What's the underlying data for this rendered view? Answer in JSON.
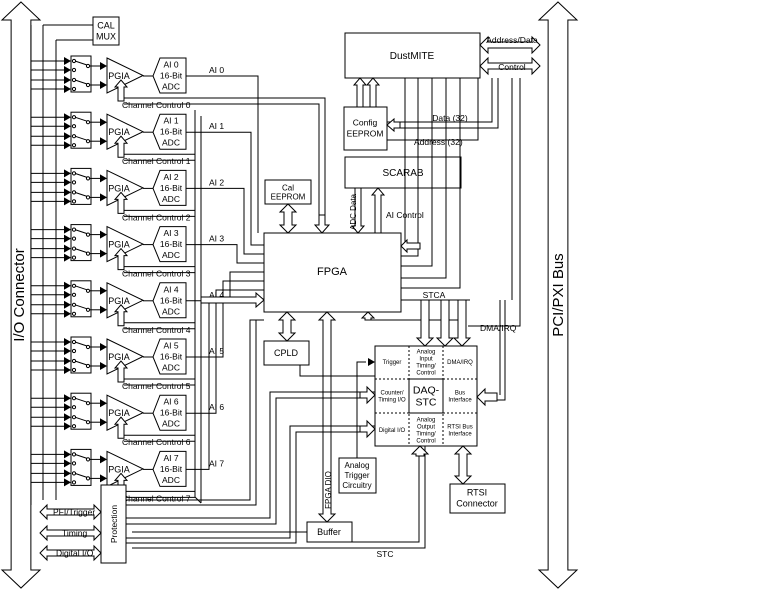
{
  "buses": {
    "left": "I/O Connector",
    "right": "PCI/PXI Bus"
  },
  "cal_mux": [
    "CAL",
    "MUX"
  ],
  "pgia": "PGIA",
  "channels": [
    {
      "ai": "AI 0",
      "adc": [
        "AI 0",
        "16-Bit",
        "ADC"
      ],
      "control": "Channel Control 0"
    },
    {
      "ai": "AI 1",
      "adc": [
        "AI 1",
        "16-Bit",
        "ADC"
      ],
      "control": "Channel Control 1"
    },
    {
      "ai": "AI 2",
      "adc": [
        "AI 2",
        "16-Bit",
        "ADC"
      ],
      "control": "Channel Control 2"
    },
    {
      "ai": "AI 3",
      "adc": [
        "AI 3",
        "16-Bit",
        "ADC"
      ],
      "control": "Channel Control 3"
    },
    {
      "ai": "AI 4",
      "adc": [
        "AI 4",
        "16-Bit",
        "ADC"
      ],
      "control": "Channel Control 4"
    },
    {
      "ai": "AI 5",
      "adc": [
        "AI 5",
        "16-Bit",
        "ADC"
      ],
      "control": "Channel Control 5"
    },
    {
      "ai": "AI 6",
      "adc": [
        "AI 6",
        "16-Bit",
        "ADC"
      ],
      "control": "Channel Control 6"
    },
    {
      "ai": "AI 7",
      "adc": [
        "AI 7",
        "16-Bit",
        "ADC"
      ],
      "control": "Channel Control 7"
    }
  ],
  "blocks": {
    "dustmite": "DustMITE",
    "config_eeprom": [
      "Config",
      "EEPROM"
    ],
    "scarab": "SCARAB",
    "fpga": "FPGA",
    "cal_eeprom": [
      "Cal",
      "EEPROM"
    ],
    "cpld": "CPLD",
    "rtsi": [
      "RTSI",
      "Connector"
    ],
    "analog_trigger": [
      "Analog",
      "Trigger",
      "Circuitry"
    ],
    "buffer": "Buffer",
    "protection": "Protection"
  },
  "daq_stc": {
    "center": [
      "DAQ-",
      "STC"
    ],
    "cells": [
      [
        "Trigger"
      ],
      [
        "Analog",
        "Input",
        "Timing/",
        "Control"
      ],
      [
        "DMA/IRQ"
      ],
      [
        "Counter/",
        "Timing I/O"
      ],
      [
        "Bus",
        "Interface"
      ],
      [
        "Digital I/O"
      ],
      [
        "Analog",
        "Output",
        "Timing/",
        "Control"
      ],
      [
        "RTSI Bus",
        "Interface"
      ]
    ]
  },
  "signals": {
    "address_data": "Address/Data",
    "control": "Control",
    "data32": "Data (32)",
    "address32": "Address (32)",
    "adc_data": "ADC Data",
    "ai_control": "AI Control",
    "stca": "STCA",
    "dma_irq": "DMA/IRQ",
    "fpga_dio": "FPGA DIO",
    "stc": "STC",
    "pfi_trigger": "PFI/Trigger",
    "timing": "Timing",
    "digital_io": "Digital I/O"
  }
}
